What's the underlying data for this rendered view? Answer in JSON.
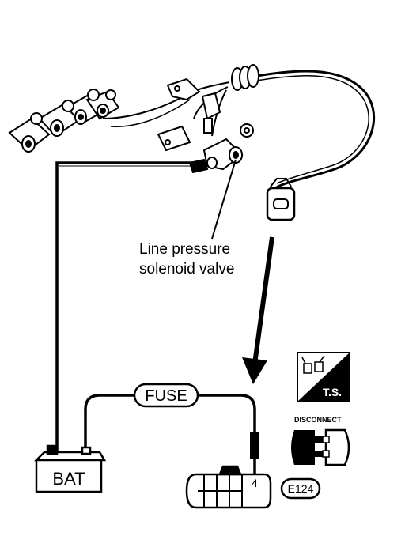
{
  "labels": {
    "callout_line1": "Line pressure",
    "callout_line2": "solenoid valve",
    "fuse": "FUSE",
    "battery": "BAT",
    "connector_pin": "4",
    "connector_id": "E124",
    "ts_badge": "T.S.",
    "disconnect": "DISCONNECT"
  },
  "icons": {
    "ts_badge": "test-symbol-badge-icon",
    "disconnect": "disconnect-connector-icon",
    "harness": "transmission-harness-assembly-icon",
    "arrow": "pointer-arrow-icon"
  },
  "colors": {
    "ink": "#000000",
    "paper": "#ffffff"
  }
}
